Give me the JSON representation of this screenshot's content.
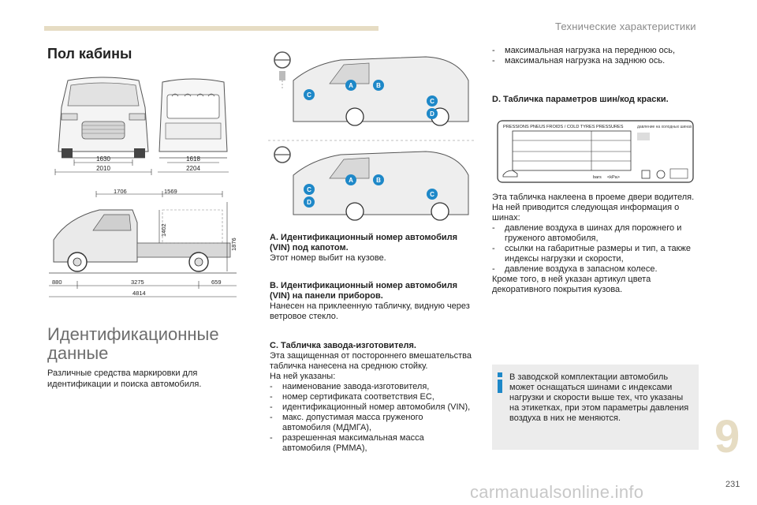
{
  "header": {
    "section_title": "Технические характеристики"
  },
  "cabin": {
    "title": "Пол кабины",
    "front_dims": [
      "1630",
      "2010"
    ],
    "rear_dims": [
      "1618",
      "2204"
    ],
    "side_dims": {
      "top_a": "1706",
      "top_b": "1569",
      "height_cargo": "1402",
      "height_total": "1876",
      "bottom_a": "880",
      "bottom_b": "3275",
      "bottom_c": "659",
      "length": "4814"
    }
  },
  "identification": {
    "title": "Идентификационные данные",
    "intro": "Различные средства маркировки для идентификации и поиска автомобиля."
  },
  "diagram_labels": [
    "A",
    "B",
    "C",
    "D"
  ],
  "sections": {
    "A": {
      "title": "A. Идентификационный номер автомобиля (VIN) под капотом.",
      "body": "Этот номер выбит на кузове."
    },
    "B": {
      "title": "B. Идентификационный номер автомобиля (VIN) на панели приборов.",
      "body": "Нанесен на приклеенную табличку, видную через ветровое стекло."
    },
    "C": {
      "title": "C. Табличка завода-изготовителя.",
      "body": "Эта защищенная от постороннего вмешательства табличка нанесена на среднюю стойку.",
      "list_intro": "На ней указаны:",
      "items": [
        "наименование завода-изготовителя,",
        "номер сертификата соответствия ЕС,",
        "идентификационный номер автомобиля (VIN),",
        "макс. допустимая масса груженого автомобиля (МДМГА),",
        "разрешенная максимальная масса автомобиля (РММА),"
      ]
    },
    "C_cont": [
      "максимальная нагрузка на переднюю ось,",
      "максимальная нагрузка на заднюю ось."
    ],
    "D": {
      "title": "D. Табличка параметров шин/код краски.",
      "label_header": "PRESSIONS PNEUS FROIDS / COLD TYRES PRESSURES",
      "label_side": "давление на холодных шинах",
      "label_bars": "bars",
      "label_kpa": "<kPa>",
      "body1": "Эта табличка наклеена в проеме двери водителя.",
      "body2": "На ней приводится следующая информация о шинах:",
      "items": [
        "давление воздуха в шинах для порожнего и груженого автомобиля,",
        "ссылки на габаритные размеры и тип, а также индексы нагрузки и скорости,",
        "давление воздуха в запасном колесе."
      ],
      "body3": "Кроме того, в ней указан артикул цвета декоративного покрытия кузова."
    }
  },
  "info": {
    "text": "В заводской комплектации автомобиль может оснащаться шинами с индексами нагрузки и скорости выше тех, что указаны на этикетках, при этом параметры давления воздуха в них не меняются."
  },
  "chapter_number": "9",
  "page_number": "231",
  "watermark": "carmanualsonline.info",
  "colors": {
    "accent": "#e6dcc3",
    "badge": "#1e88c8",
    "infobox": "#ececec"
  }
}
